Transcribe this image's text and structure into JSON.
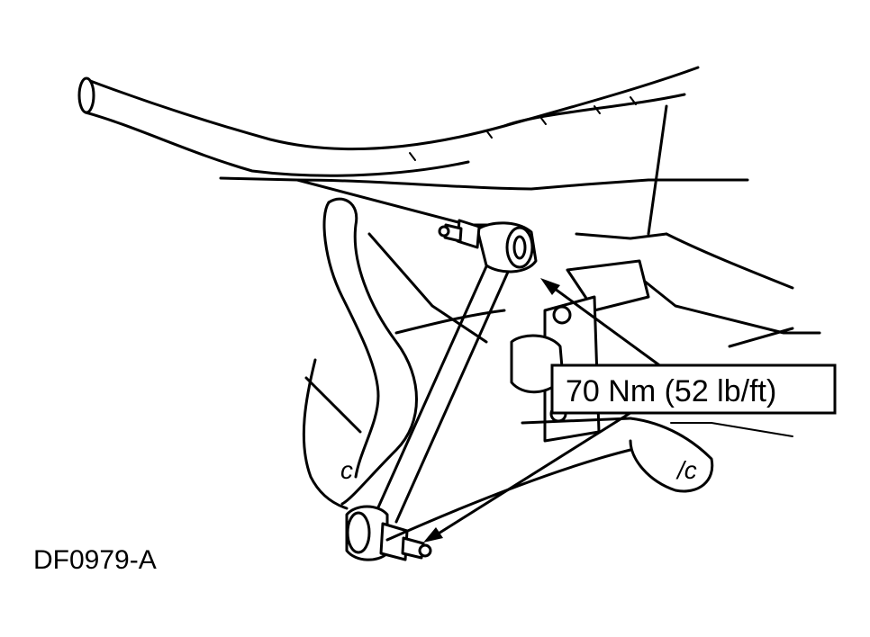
{
  "figure": {
    "id_label": "DF0979-A"
  },
  "callout": {
    "torque_label": "70 Nm (52 lb/ft)"
  },
  "markers": {
    "left_marker": "c",
    "right_marker": "/c"
  }
}
